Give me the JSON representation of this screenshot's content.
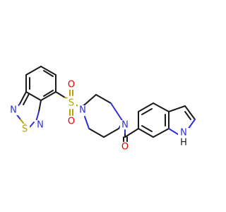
{
  "colors": {
    "carbon": "#1a1a1a",
    "nitrogen": "#2f2fd8",
    "sulfur": "#b8a400",
    "oxygen": "#e00000",
    "background": "#ffffff"
  },
  "atoms": {
    "thiadiazole_n_top": "N",
    "thiadiazole_s": "S",
    "thiadiazole_n_bottom": "N",
    "sulfonyl_s": "S",
    "sulfonyl_o_top": "O",
    "sulfonyl_o_bottom": "O",
    "piperazine_n_left": "N",
    "piperazine_n_right": "N",
    "carbonyl_o": "O",
    "indole_nh_n": "N",
    "indole_nh_h": "H"
  }
}
